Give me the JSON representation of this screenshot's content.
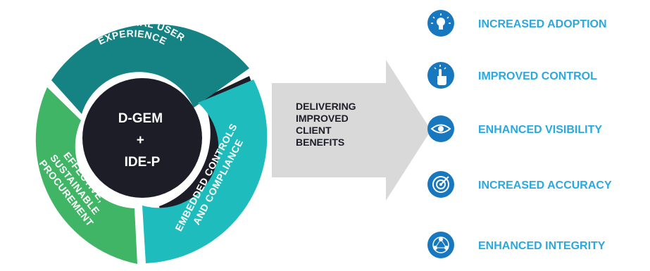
{
  "center": {
    "line1": "D-GEM",
    "line2": "+",
    "line3": "IDE-P"
  },
  "segments": {
    "top": {
      "line1": "EXCEPTIONAL USER",
      "line2": "EXPERIENCE"
    },
    "left": {
      "line1": "EFFECTIVE,",
      "line2": "SUSTAINABLE",
      "line3": "PROCUREMENT"
    },
    "right": {
      "line1": "EMBEDDED CONTROLS",
      "line2": "AND COMPLIANCE"
    }
  },
  "arrow": {
    "line1": "DELIVERING",
    "line2": "IMPROVED",
    "line3": "CLIENT",
    "line4": "BENEFITS"
  },
  "benefits": [
    {
      "label": "INCREASED ADOPTION",
      "icon": "lightbulb-icon"
    },
    {
      "label": "IMPROVED CONTROL",
      "icon": "touch-pointer-icon"
    },
    {
      "label": "ENHANCED VISIBILITY",
      "icon": "eye-icon"
    },
    {
      "label": "INCREASED ACCURACY",
      "icon": "target-icon"
    },
    {
      "label": "ENHANCED INTEGRITY",
      "icon": "network-people-icon"
    }
  ],
  "colors": {
    "teal_dark": "#158383",
    "teal_light": "#1fbcbd",
    "green": "#3fb565",
    "navy": "#1d1d28",
    "arrow_gray": "#d9d9d9",
    "benefit_blue": "#2aa8e0",
    "icon_blue": "#1878bf"
  }
}
